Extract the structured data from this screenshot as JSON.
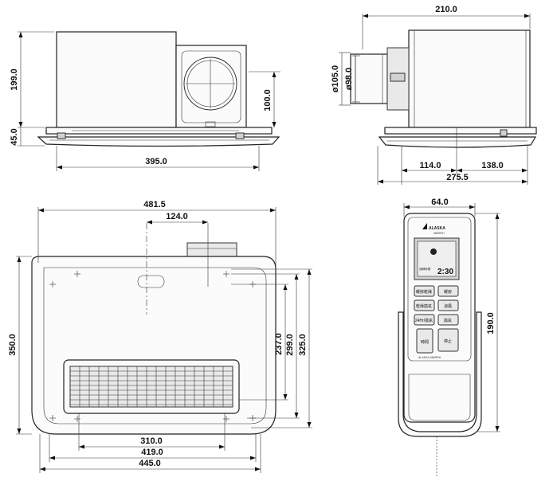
{
  "dimensions": {
    "front_height": "199.0",
    "front_flange": "45.0",
    "front_duct_height": "100.0",
    "front_width": "395.0",
    "side_top_width": "210.0",
    "side_duct_outer": "ø105.0",
    "side_duct_inner": "ø98.0",
    "side_offset": "114.0",
    "side_right": "138.0",
    "side_total": "275.5",
    "plan_total_width": "481.5",
    "plan_duct_offset": "124.0",
    "plan_depth": "350.0",
    "plan_inner_a": "237.0",
    "plan_inner_b": "299.0",
    "plan_inner_c": "325.0",
    "plan_grille": "310.0",
    "plan_body": "419.0",
    "plan_panel": "445.0",
    "remote_width": "64.0",
    "remote_height": "190.0"
  },
  "remote": {
    "brand": "ALASKA",
    "model": "968SRH",
    "display_time": "2:30",
    "status_text": "運轉時間",
    "buttons": [
      {
        "label": "暖房乾燥"
      },
      {
        "label": "暖房"
      },
      {
        "label": "乾燥換氣"
      },
      {
        "label": "涼風"
      },
      {
        "label": "24Hr/換氣"
      },
      {
        "label": "換氣"
      },
      {
        "label": "時間"
      },
      {
        "label": "停止"
      }
    ],
    "footer": "ALASKA 968SRH"
  }
}
